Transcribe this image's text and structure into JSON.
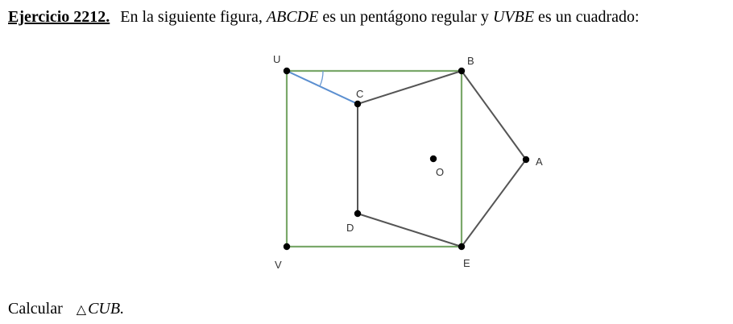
{
  "statement": {
    "title": "Ejercicio 2212.",
    "text_1": "En la siguiente figura,",
    "pentagon": "ABCDE",
    "text_2": "es un pentágono regular y",
    "square": "UVBE",
    "text_3": "es un cuadrado:"
  },
  "figure": {
    "points": {
      "U": "U",
      "B": "B",
      "C": "C",
      "A": "A",
      "O": "O",
      "D": "D",
      "V": "V",
      "E": "E"
    },
    "colors": {
      "square": "#7aa86a",
      "pentagon": "#555555",
      "segment_uc": "#5b8fd0",
      "points": "#000000"
    }
  },
  "question": {
    "label": "Calcular",
    "angle": "CUB."
  }
}
